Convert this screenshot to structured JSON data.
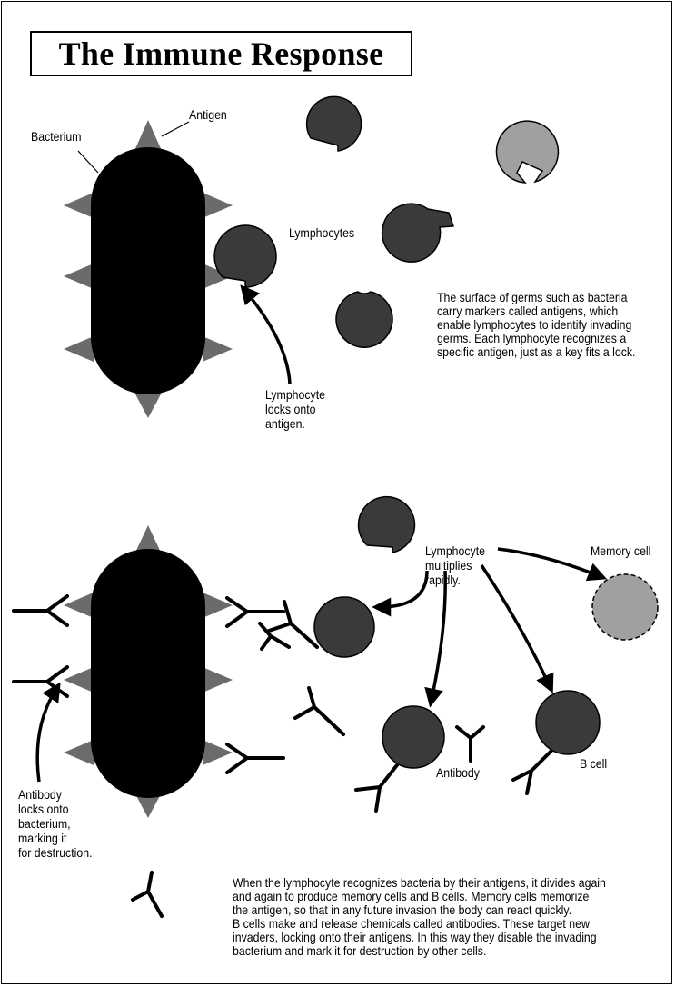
{
  "title": "The Immune Response",
  "labels": {
    "antigen": "Antigen",
    "bacterium": "Bacterium",
    "lymphocytes": "Lymphocytes",
    "lymphocyte_locks": [
      "Lymphocyte",
      "locks onto",
      "antigen."
    ],
    "lymphocyte_multiplies": [
      "Lymphocyte",
      "multiplies",
      "rapidly."
    ],
    "memory_cell": "Memory cell",
    "b_cell": "B cell",
    "antibody": "Antibody",
    "antibody_locks": [
      "Antibody",
      "locks onto",
      "bacterium,",
      "marking it",
      "for destruction."
    ]
  },
  "paragraphs": {
    "antigens": [
      "The surface of germs such as bacteria",
      "carry markers called antigens, which",
      "enable lymphocytes to identify invading",
      "germs. Each lymphocyte recognizes a",
      "specific antigen, just as a key fits a lock."
    ],
    "multiplication": [
      "When the lymphocyte recognizes bacteria by their antigens, it divides again",
      "and again to produce memory cells and B cells. Memory cells memorize",
      "the antigen, so that in any future invasion the body can react quickly.",
      "B cells make and release chemicals called antibodies. These target new",
      "invaders, locking onto their antigens. In this way they disable the invading",
      "bacterium and mark it for destruction by other cells."
    ]
  },
  "colors": {
    "bacterium": "#000000",
    "antigen": "#6b6b6b",
    "lymphocyte": "#3a3a3a",
    "light_cell": "#a0a0a0",
    "outline": "#000000"
  }
}
